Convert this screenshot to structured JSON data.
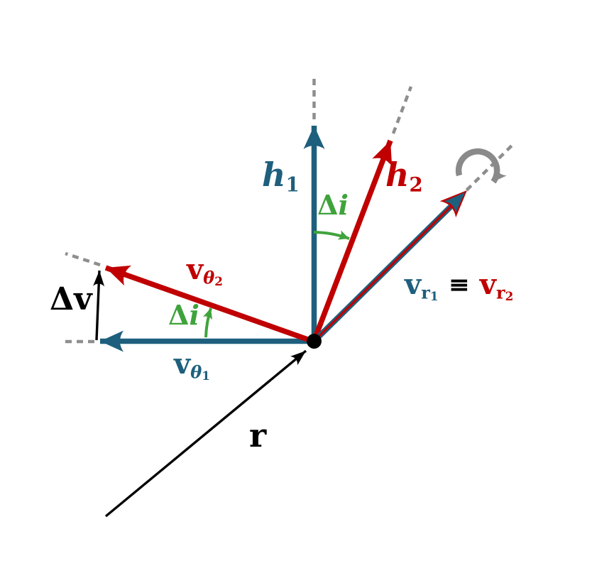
{
  "figure": {
    "type": "vector-diagram",
    "subject": "orbital inclination change maneuver vectors",
    "colors": {
      "blue": "#1E5F7D",
      "red": "#C00000",
      "green": "#3FA33C",
      "gray_dash": "#8E8E8E",
      "gray_rotation": "#8A8A8A",
      "black": "#000000",
      "background": "#FFFFFF"
    },
    "labels": {
      "h1": {
        "base": "h",
        "sub": "1"
      },
      "h2": {
        "base": "h",
        "sub": "2"
      },
      "delta_i_top": {
        "delta": "Δ",
        "var": "i"
      },
      "delta_i_left": {
        "delta": "Δ",
        "var": "i"
      },
      "v_theta_2": {
        "base": "v",
        "sub": "θ",
        "subsub": "2"
      },
      "v_theta_1": {
        "base": "v",
        "sub": "θ",
        "subsub": "1"
      },
      "delta_v": {
        "delta": "Δ",
        "var": "v"
      },
      "r": {
        "base": "r"
      },
      "vr_identity": {
        "left": {
          "base": "v",
          "sub": "r",
          "subsub": "1"
        },
        "equiv": "≡",
        "right": {
          "base": "v",
          "sub": "r",
          "subsub": "2"
        }
      }
    },
    "arrows": [
      {
        "name": "h1-vector",
        "color": "blue",
        "style": "solid"
      },
      {
        "name": "h2-vector",
        "color": "red",
        "style": "solid"
      },
      {
        "name": "v-theta1-vector",
        "color": "blue",
        "style": "solid"
      },
      {
        "name": "v-theta2-vector",
        "color": "red",
        "style": "solid"
      },
      {
        "name": "delta-v-vector",
        "color": "black",
        "style": "solid"
      },
      {
        "name": "r-vector",
        "color": "black",
        "style": "solid"
      },
      {
        "name": "vr-vector",
        "color": "blue+red overlaid",
        "style": "solid"
      },
      {
        "name": "delta-i-arc-top",
        "color": "green",
        "style": "arc"
      },
      {
        "name": "delta-i-arc-left",
        "color": "green",
        "style": "arc"
      },
      {
        "name": "rotation-arrow",
        "color": "gray",
        "style": "arc"
      },
      {
        "name": "extension-lines",
        "color": "gray",
        "style": "dashed"
      }
    ]
  }
}
